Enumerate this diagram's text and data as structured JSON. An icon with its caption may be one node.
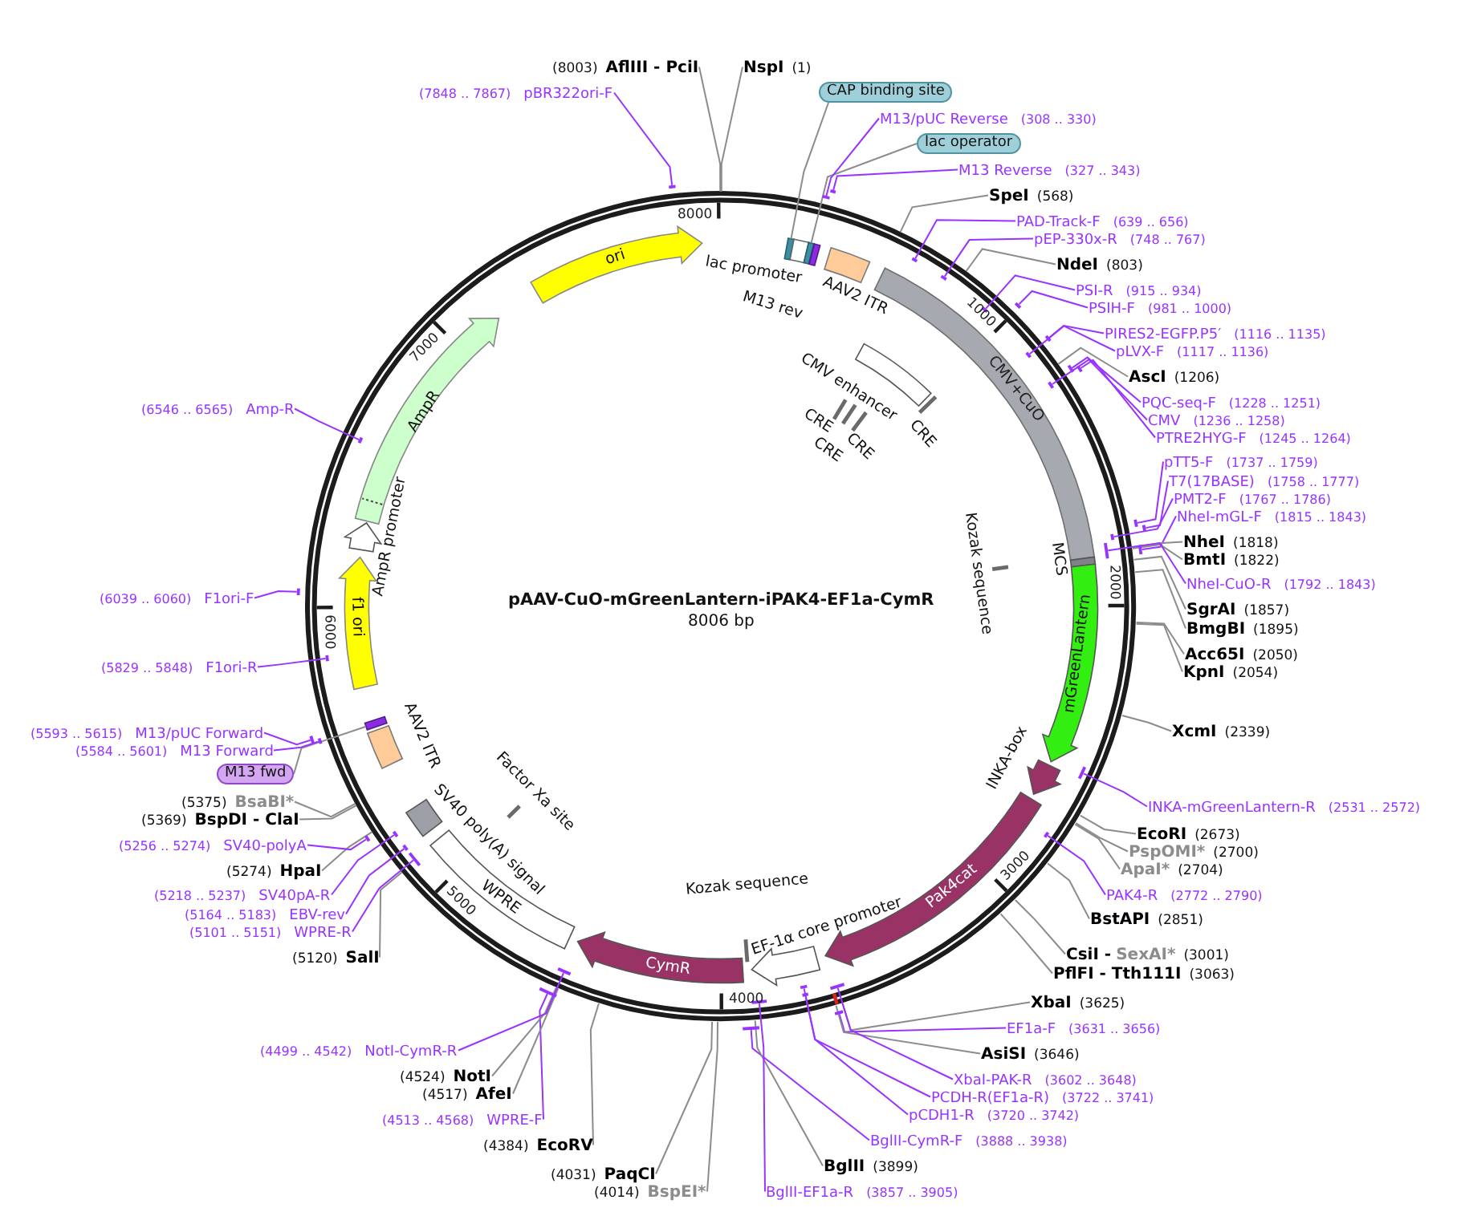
{
  "diagram": {
    "title": "pAAV-CuO-mGreenLantern-iPAK4-EF1a-CymR",
    "nodes": [
      {
        "text": [],
        "shape": "circle"
      },
      {
        "text": [],
        "shape": "box",
        "in": 0
      },
      {
        "text": [],
        "shape": "box",
        "beside": [
          "lac promoter"
        ],
        "in": 0
      },
      {
        "text": [],
        "shape": "box",
        "in": 0
      },
      {
        "text": [],
        "shape": "box",
        "beside": [
          "M13 rev"
        ],
        "in": 0
      },
      {
        "text": [],
        "shape": "box",
        "beside": [
          "AAV2 ITR"
        ],
        "in": 0
      },
      {
        "text": [
          "CMV+CuO"
        ],
        "in": 0
      },
      {
        "text": [],
        "shape": "box",
        "beside": [
          "CMV enhancer"
        ],
        "in": 0
      },
      {
        "text": [],
        "shape": "bar",
        "beside": [
          "CRE"
        ],
        "in": 0
      },
      {
        "text": [],
        "shape": "bar",
        "beside": [
          "CRE"
        ],
        "in": 0
      },
      {
        "text": [],
        "shape": "bar",
        "beside": [
          "CRE"
        ],
        "in": 0
      },
      {
        "text": [],
        "shape": "bar",
        "beside": [
          "CRE"
        ],
        "in": 0
      },
      {
        "text": [],
        "shape": "box",
        "beside": [
          "MCS"
        ],
        "in": 0
      },
      {
        "text": [],
        "shape": "bar",
        "beside": [
          "Kozak sequence"
        ],
        "in": 0
      },
      {
        "text": [
          "mGreenLantern"
        ],
        "in": 0
      },
      {
        "text": [],
        "shape": "arrow",
        "beside": [
          "INKA-box"
        ],
        "in": 0
      },
      {
        "text": [
          "Pak4cat"
        ],
        "in": 0
      },
      {
        "text": [],
        "shape": "arrow",
        "beside": [
          "EF-1α core promoter"
        ],
        "in": 0
      },
      {
        "text": [],
        "shape": "bar",
        "in": 0
      },
      {
        "text": [
          "CymR"
        ],
        "in": 0
      },
      {
        "text": [
          "WPRE"
        ],
        "in": 0
      },
      {
        "text": [],
        "shape": "box",
        "beside": [
          "SV40 poly(A) signal"
        ],
        "in": 0
      },
      {
        "text": [],
        "shape": "bar",
        "beside": [
          "Factor Xa site"
        ],
        "in": 0
      },
      {
        "text": [],
        "shape": "box",
        "beside": [
          "AAV2 ITR"
        ],
        "in": 0
      },
      {
        "text": [],
        "shape": "box",
        "in": 0
      },
      {
        "text": [
          "f1 ori"
        ],
        "in": 0
      },
      {
        "text": [],
        "shape": "arrow",
        "beside": [
          "AmpR promoter"
        ],
        "in": 0
      },
      {
        "text": [
          "AmpR"
        ],
        "in": 0
      },
      {
        "text": [
          "ori"
        ],
        "in": 0
      },
      {
        "text": [
          "CAP binding site"
        ]
      },
      {
        "text": [
          "lac operator"
        ]
      },
      {
        "text": [
          "M13 fwd"
        ]
      },
      {
        "text": [
          "(8003)",
          "AflIII - PciI"
        ]
      },
      {
        "text": [
          "(7848 .. 7867)",
          "pBR322ori-F"
        ]
      },
      {
        "text": [
          "NspI",
          "(1)"
        ]
      },
      {
        "text": [
          "M13/pUC Reverse",
          "(308 .. 330)"
        ]
      },
      {
        "text": [
          "M13 Reverse",
          "(327 .. 343)"
        ]
      },
      {
        "text": [
          "SpeI",
          "(568)"
        ]
      },
      {
        "text": [
          "PAD-Track-F",
          "(639 .. 656)"
        ]
      },
      {
        "text": [
          "pEP-330x-R",
          "(748 .. 767)"
        ]
      },
      {
        "text": [
          "NdeI",
          "(803)"
        ]
      },
      {
        "text": [
          "PSI-R",
          "(915 .. 934)"
        ]
      },
      {
        "text": [
          "PSIH-F",
          "(981 .. 1000)"
        ]
      },
      {
        "text": [
          "PIRES2-EGFP.P5′",
          "(1116 .. 1135)"
        ]
      },
      {
        "text": [
          "pLVX-F",
          "(1117 .. 1136)"
        ]
      },
      {
        "text": [
          "AscI",
          "(1206)"
        ]
      },
      {
        "text": [
          "PQC-seq-F",
          "(1228 .. 1251)"
        ]
      },
      {
        "text": [
          "CMV",
          "(1236 .. 1258)"
        ]
      },
      {
        "text": [
          "PTRE2HYG-F",
          "(1245 .. 1264)"
        ]
      },
      {
        "text": [
          "pTT5-F",
          "(1737 .. 1759)"
        ]
      },
      {
        "text": [
          "T7(17BASE)",
          "(1758 .. 1777)"
        ]
      },
      {
        "text": [
          "PMT2-F",
          "(1767 .. 1786)"
        ]
      },
      {
        "text": [
          "NheI-mGL-F",
          "(1815 .. 1843)"
        ]
      },
      {
        "text": [
          "NheI",
          "(1818)"
        ]
      },
      {
        "text": [
          "BmtI",
          "(1822)"
        ]
      },
      {
        "text": [
          "NheI-CuO-R",
          "(1792 .. 1843)"
        ]
      },
      {
        "text": [
          "SgrAI",
          "(1857)"
        ]
      },
      {
        "text": [
          "BmgBI",
          "(1895)"
        ]
      },
      {
        "text": [
          "Acc65I",
          "(2050)"
        ]
      },
      {
        "text": [
          "KpnI",
          "(2054)"
        ]
      },
      {
        "text": [
          "XcmI",
          "(2339)"
        ]
      },
      {
        "text": [
          "INKA-mGreenLantern-R",
          "(2531 .. 2572)"
        ]
      },
      {
        "text": [
          "EcoRI",
          "(2673)"
        ]
      },
      {
        "text": [
          "PspOMI*",
          "(2700)"
        ]
      },
      {
        "text": [
          "ApaI*",
          "(2704)"
        ]
      },
      {
        "text": [
          "PAK4-R",
          "(2772 .. 2790)"
        ]
      },
      {
        "text": [
          "BstAPI",
          "(2851)"
        ]
      },
      {
        "text": [
          "CsiI -",
          "SexAI*",
          "(3001)"
        ]
      },
      {
        "text": [
          "PflFI - Tth111I",
          "(3063)"
        ]
      },
      {
        "text": [
          "XbaI",
          "(3625)"
        ]
      },
      {
        "text": [
          "EF1a-F",
          "(3631 .. 3656)"
        ]
      },
      {
        "text": [
          "AsiSI",
          "(3646)"
        ]
      },
      {
        "text": [
          "XbaI-PAK-R",
          "(3602 .. 3648)"
        ]
      },
      {
        "text": [
          "PCDH-R(EF1a-R)",
          "(3722 .. 3741)"
        ]
      },
      {
        "text": [
          "pCDH1-R",
          "(3720 .. 3742)"
        ]
      },
      {
        "text": [
          "BglII-CymR-F",
          "(3888 .. 3938)"
        ]
      },
      {
        "text": [
          "BglII",
          "(3899)"
        ]
      },
      {
        "text": [
          "BglII-EF1a-R",
          "(3857 .. 3905)"
        ]
      },
      {
        "text": [
          "(4031)",
          "PaqCI"
        ]
      },
      {
        "text": [
          "(4014)",
          "BspEI*"
        ]
      },
      {
        "text": [
          "(4384)",
          "EcoRV"
        ]
      },
      {
        "text": [
          "(4513 .. 4568)",
          "WPRE-F"
        ]
      },
      {
        "text": [
          "(4517)",
          "AfeI"
        ]
      },
      {
        "text": [
          "(4524)",
          "NotI"
        ]
      },
      {
        "text": [
          "(4499 .. 4542)",
          "NotI-CymR-R"
        ]
      },
      {
        "text": [
          "(5120)",
          "SalI"
        ]
      },
      {
        "text": [
          "(5101 .. 5151)",
          "WPRE-R"
        ]
      },
      {
        "text": [
          "(5164 .. 5183)",
          "EBV-rev"
        ]
      },
      {
        "text": [
          "(5218 .. 5237)",
          "SV40pA-R"
        ]
      },
      {
        "text": [
          "(5274)",
          "HpaI"
        ]
      },
      {
        "text": [
          "(5256 .. 5274)",
          "SV40-polyA"
        ]
      },
      {
        "text": [
          "(5369)",
          "BspDI - ClaI"
        ]
      },
      {
        "text": [
          "(5375)",
          "BsaBI*"
        ]
      },
      {
        "text": [
          "(5584 .. 5601)",
          "M13 Forward"
        ]
      },
      {
        "text": [
          "(5593 .. 5615)",
          "M13/pUC Forward"
        ]
      },
      {
        "text": [
          "(5829 .. 5848)",
          "F1ori-R"
        ]
      },
      {
        "text": [
          "(6039 .. 6060)",
          "F1ori-F"
        ]
      },
      {
        "text": [
          "(6546 .. 6565)",
          "Amp-R"
        ]
      },
      {
        "text": [],
        "shape": "bar"
      },
      {
        "text": [],
        "shape": "bar"
      },
      {
        "text": [],
        "shape": "bar"
      },
      {
        "text": [],
        "shape": "bar",
        "in": 0
      },
      {
        "text": [],
        "shape": "bar",
        "in": 0
      },
      {
        "text": [],
        "shape": "bar",
        "in": 0
      },
      {
        "text": [],
        "shape": "bar"
      },
      {
        "text": [],
        "shape": "bar"
      },
      {
        "text": [],
        "shape": "bar",
        "in": 0
      },
      {
        "text": [],
        "shape": "bar"
      },
      {
        "text": [],
        "shape": "bar",
        "in": 0
      },
      {
        "text": [],
        "shape": "bar"
      },
      {
        "text": [],
        "shape": "bar"
      },
      {
        "text": [],
        "shape": "bar"
      },
      {
        "text": [],
        "shape": "bar",
        "in": 0
      },
      {
        "text": [],
        "shape": "bar"
      },
      {
        "text": [],
        "shape": "bar",
        "in": 0
      },
      {
        "text": [],
        "shape": "bar",
        "in": 0
      },
      {
        "text": [],
        "shape": "bar",
        "in": 0
      },
      {
        "text": [],
        "shape": "bar"
      },
      {
        "text": [],
        "shape": "bar",
        "in": 0
      },
      {
        "text": [],
        "shape": "bar",
        "in": 0
      },
      {
        "text": [],
        "shape": "bar",
        "in": 0
      },
      {
        "text": [],
        "shape": "bar"
      },
      {
        "text": [],
        "shape": "bar",
        "in": 0
      },
      {
        "text": [],
        "shape": "bar"
      },
      {
        "text": [],
        "shape": "bar",
        "in": 0
      },
      {
        "text": [],
        "shape": "bar",
        "in": 0
      },
      {
        "text": [],
        "shape": "bar",
        "in": 0
      },
      {
        "text": [],
        "shape": "bar",
        "in": 0
      },
      {
        "text": [],
        "shape": "bar"
      },
      {
        "text": [],
        "shape": "bar"
      },
      {
        "text": [],
        "shape": "bar"
      },
      {
        "text": [],
        "shape": "bar",
        "in": 0
      },
      {
        "text": [],
        "shape": "bar"
      },
      {
        "text": [],
        "shape": "bar",
        "in": 0
      }
    ],
    "edges": [
      {
        "from": 29,
        "to": 1,
        "arrow": "none",
        "color": "#8c8c8c"
      },
      {
        "from": 30,
        "to": 3,
        "arrow": "none",
        "color": "#8c8c8c"
      },
      {
        "from": 31,
        "to": 24,
        "arrow": "none",
        "color": "#8c8c8c"
      },
      {
        "from": 32,
        "to": 0,
        "arrow": "none",
        "color": "#8c8c8c"
      },
      {
        "from": 33,
        "to": 98,
        "arrow": "none"
      },
      {
        "from": 34,
        "to": 0,
        "arrow": "none",
        "color": "#8c8c8c"
      },
      {
        "from": 35,
        "to": 99,
        "arrow": "none"
      },
      {
        "from": 36,
        "to": 100,
        "arrow": "none"
      },
      {
        "from": 37,
        "to": 0,
        "arrow": "none",
        "color": "#8c8c8c"
      },
      {
        "from": 38,
        "to": 101,
        "arrow": "none"
      },
      {
        "from": 39,
        "to": 102,
        "arrow": "none"
      },
      {
        "from": 40,
        "to": 0,
        "arrow": "none",
        "color": "#8c8c8c"
      },
      {
        "from": 41,
        "to": 103,
        "arrow": "none"
      },
      {
        "from": 42,
        "to": 104,
        "arrow": "none"
      },
      {
        "from": 43,
        "to": 105,
        "arrow": "none"
      },
      {
        "from": 44,
        "to": 106,
        "arrow": "none"
      },
      {
        "from": 45,
        "to": 0,
        "arrow": "none",
        "color": "#8c8c8c"
      },
      {
        "from": 46,
        "to": 107,
        "arrow": "none"
      },
      {
        "from": 47,
        "to": 108,
        "arrow": "none"
      },
      {
        "from": 48,
        "to": 109,
        "arrow": "none"
      },
      {
        "from": 49,
        "to": 110,
        "arrow": "none"
      },
      {
        "from": 50,
        "to": 111,
        "arrow": "none"
      },
      {
        "from": 51,
        "to": 112,
        "arrow": "none"
      },
      {
        "from": 52,
        "to": 113,
        "arrow": "none"
      },
      {
        "from": 53,
        "to": 0,
        "arrow": "none",
        "color": "#8c8c8c"
      },
      {
        "from": 54,
        "to": 0,
        "arrow": "none",
        "color": "#8c8c8c"
      },
      {
        "from": 55,
        "to": 114,
        "arrow": "none"
      },
      {
        "from": 56,
        "to": 0,
        "arrow": "none",
        "color": "#8c8c8c"
      },
      {
        "from": 57,
        "to": 0,
        "arrow": "none",
        "color": "#8c8c8c"
      },
      {
        "from": 58,
        "to": 0,
        "arrow": "none",
        "color": "#8c8c8c"
      },
      {
        "from": 59,
        "to": 0,
        "arrow": "none",
        "color": "#8c8c8c"
      },
      {
        "from": 60,
        "to": 0,
        "arrow": "none",
        "color": "#8c8c8c"
      },
      {
        "from": 61,
        "to": 115,
        "arrow": "none"
      },
      {
        "from": 62,
        "to": 0,
        "arrow": "none",
        "color": "#8c8c8c"
      },
      {
        "from": 63,
        "to": 0,
        "arrow": "none",
        "color": "#8c8c8c"
      },
      {
        "from": 64,
        "to": 0,
        "arrow": "none",
        "color": "#8c8c8c"
      },
      {
        "from": 65,
        "to": 116,
        "arrow": "none"
      },
      {
        "from": 66,
        "to": 0,
        "arrow": "none",
        "color": "#8c8c8c"
      },
      {
        "from": 67,
        "to": 0,
        "arrow": "none",
        "color": "#8c8c8c"
      },
      {
        "from": 68,
        "to": 0,
        "arrow": "none",
        "color": "#8c8c8c"
      },
      {
        "from": 69,
        "to": 0,
        "arrow": "none",
        "color": "#8c8c8c"
      },
      {
        "from": 70,
        "to": 117,
        "arrow": "none"
      },
      {
        "from": 71,
        "to": 0,
        "arrow": "none",
        "color": "#8c8c8c"
      },
      {
        "from": 72,
        "to": 118,
        "arrow": "none"
      },
      {
        "from": 73,
        "to": 119,
        "arrow": "none"
      },
      {
        "from": 74,
        "to": 120,
        "arrow": "none"
      },
      {
        "from": 75,
        "to": 121,
        "arrow": "none"
      },
      {
        "from": 76,
        "to": 0,
        "arrow": "none",
        "color": "#8c8c8c"
      },
      {
        "from": 77,
        "to": 122,
        "arrow": "none"
      },
      {
        "from": 78,
        "to": 0,
        "arrow": "none",
        "color": "#8c8c8c"
      },
      {
        "from": 79,
        "to": 0,
        "arrow": "none",
        "color": "#8c8c8c"
      },
      {
        "from": 80,
        "to": 0,
        "arrow": "none",
        "color": "#8c8c8c"
      },
      {
        "from": 81,
        "to": 123,
        "arrow": "none"
      },
      {
        "from": 82,
        "to": 0,
        "arrow": "none",
        "color": "#8c8c8c"
      },
      {
        "from": 83,
        "to": 0,
        "arrow": "none",
        "color": "#8c8c8c"
      },
      {
        "from": 84,
        "to": 124,
        "arrow": "none"
      },
      {
        "from": 85,
        "to": 0,
        "arrow": "none",
        "color": "#8c8c8c"
      },
      {
        "from": 86,
        "to": 125,
        "arrow": "none"
      },
      {
        "from": 87,
        "to": 126,
        "arrow": "none"
      },
      {
        "from": 88,
        "to": 127,
        "arrow": "none"
      },
      {
        "from": 89,
        "to": 0,
        "arrow": "none",
        "color": "#8c8c8c"
      },
      {
        "from": 90,
        "to": 128,
        "arrow": "none"
      },
      {
        "from": 91,
        "to": 0,
        "arrow": "none",
        "color": "#8c8c8c"
      },
      {
        "from": 92,
        "to": 0,
        "arrow": "none",
        "color": "#8c8c8c"
      },
      {
        "from": 93,
        "to": 129,
        "arrow": "none"
      },
      {
        "from": 94,
        "to": 130,
        "arrow": "none"
      },
      {
        "from": 95,
        "to": 131,
        "arrow": "none"
      },
      {
        "from": 96,
        "to": 132,
        "arrow": "none"
      },
      {
        "from": 97,
        "to": 133,
        "arrow": "none"
      }
    ],
    "labels": [
      "8006 bp",
      "8000",
      "1000",
      "2000",
      "3000",
      "4000",
      "5000",
      "6000",
      "7000",
      "Kozak sequence"
    ]
  }
}
